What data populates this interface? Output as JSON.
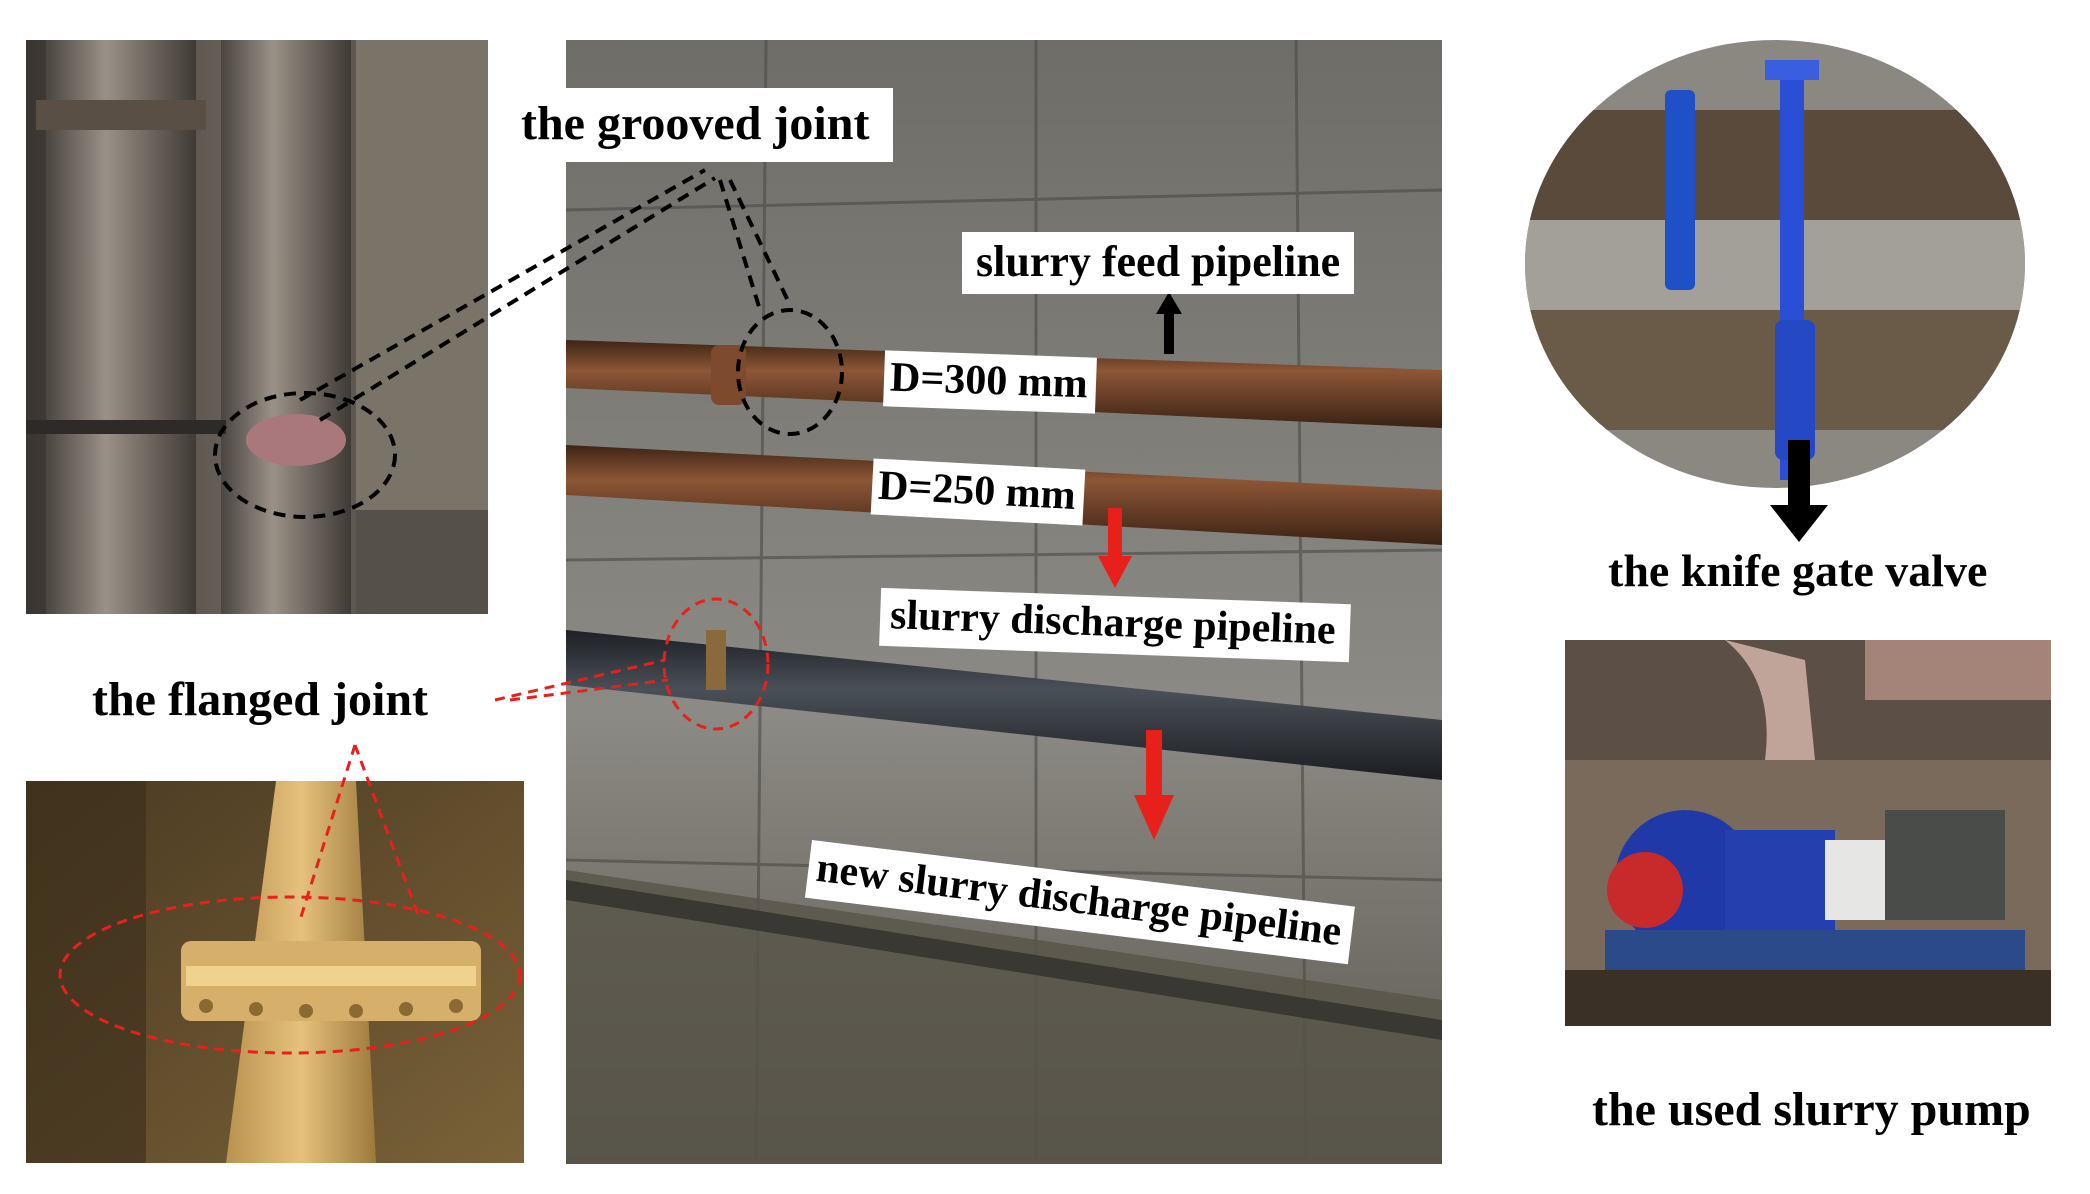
{
  "labels": {
    "grooved_joint": "the grooved joint",
    "slurry_feed_pipeline": "slurry feed pipeline",
    "d300": "D=300 mm",
    "d250": "D=250 mm",
    "slurry_discharge_pipeline": "slurry discharge pipeline",
    "new_slurry_discharge_pipeline": "new slurry discharge pipeline",
    "flanged_joint": "the flanged joint",
    "knife_gate_valve": "the knife gate valve",
    "used_slurry_pump": "the used slurry pump"
  },
  "colors": {
    "annotation_red": "#e8201c",
    "annotation_black": "#000000",
    "valve_blue": "#2a4fd6",
    "pipe_rust": "#6b3a22"
  },
  "icons": {
    "arrow_up": "black-arrow-up",
    "arrow_down_red": "red-arrow-down",
    "arrow_down_black": "black-arrow-down"
  }
}
